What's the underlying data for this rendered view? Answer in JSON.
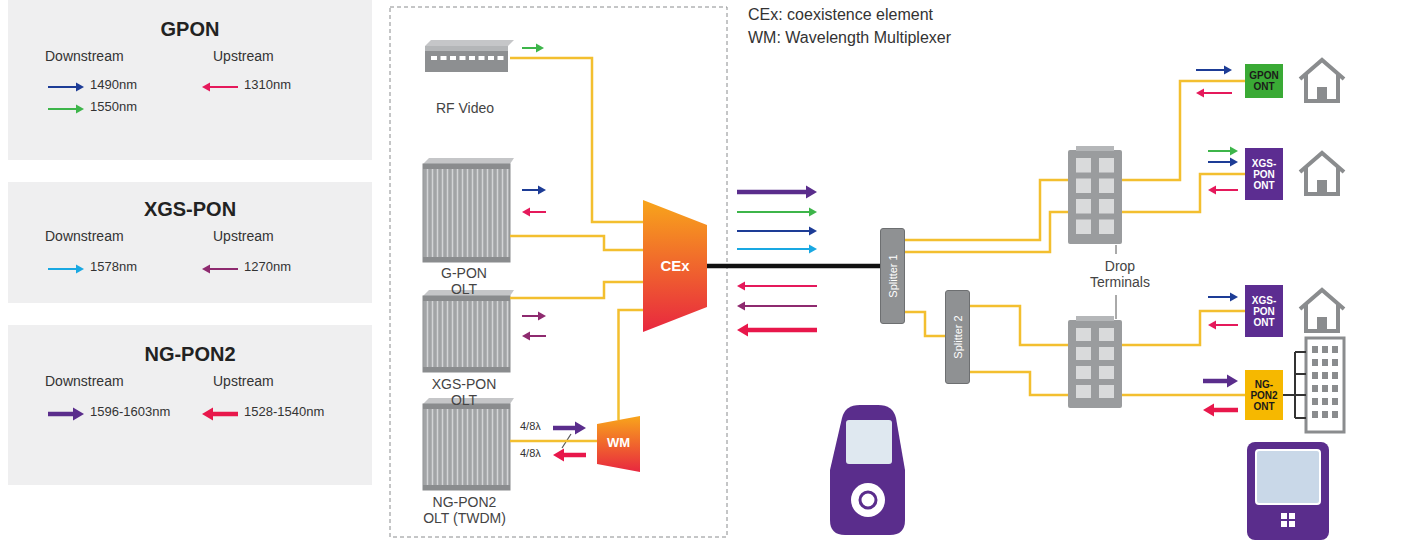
{
  "diagram": {
    "nodes": [
      {
        "text": [
          "GPON",
          "Downstream",
          "Upstream",
          "1490nm",
          "1550nm",
          "1310nm"
        ]
      },
      {
        "text": [
          "XGS-PON",
          "Downstream",
          "Upstream",
          "1578nm",
          "1270nm"
        ]
      },
      {
        "text": [
          "NG-PON2",
          "Downstream",
          "Upstream",
          "1596-1603nm",
          "1528-1540nm"
        ]
      },
      {
        "text": [
          "RF Video"
        ]
      },
      {
        "text": [
          "G-PON OLT"
        ]
      },
      {
        "text": [
          "XGS-PON OLT"
        ]
      },
      {
        "text": [
          "NG-PON2 OLT (TWDM)"
        ]
      },
      {
        "text": [
          "WM"
        ]
      },
      {
        "text": [
          "CEx"
        ]
      },
      {
        "text": [
          "Splitter 1"
        ]
      },
      {
        "text": [
          "Splitter 2"
        ]
      },
      {
        "text": [
          "GPON ONT"
        ]
      },
      {
        "text": [
          "XGS- PON ONT"
        ]
      },
      {
        "text": [
          "XGS- PON ONT"
        ]
      },
      {
        "text": [
          "NG- PON2 ONT"
        ]
      }
    ],
    "edges": [
      {
        "from": 3,
        "to": 8,
        "arrow": "none"
      },
      {
        "from": 4,
        "to": 8,
        "arrow": "none"
      },
      {
        "from": 5,
        "to": 8,
        "arrow": "none"
      },
      {
        "from": 7,
        "to": 8,
        "arrow": "none"
      },
      {
        "from": 6,
        "to": 7,
        "arrow": "none"
      },
      {
        "from": 8,
        "to": 9,
        "arrow": "none"
      },
      {
        "from": 9,
        "to": 11,
        "arrow": "none"
      },
      {
        "from": 9,
        "to": 12,
        "arrow": "none"
      },
      {
        "from": 9,
        "to": 10,
        "arrow": "none"
      },
      {
        "from": 10,
        "to": 13,
        "arrow": "none"
      },
      {
        "from": 10,
        "to": 14,
        "arrow": "none"
      }
    ],
    "labels": [
      "CEx: coexistence element",
      "WM: Wavelength Multiplexer",
      "4/8λ",
      "4/8λ",
      "Drop Terminals"
    ]
  }
}
